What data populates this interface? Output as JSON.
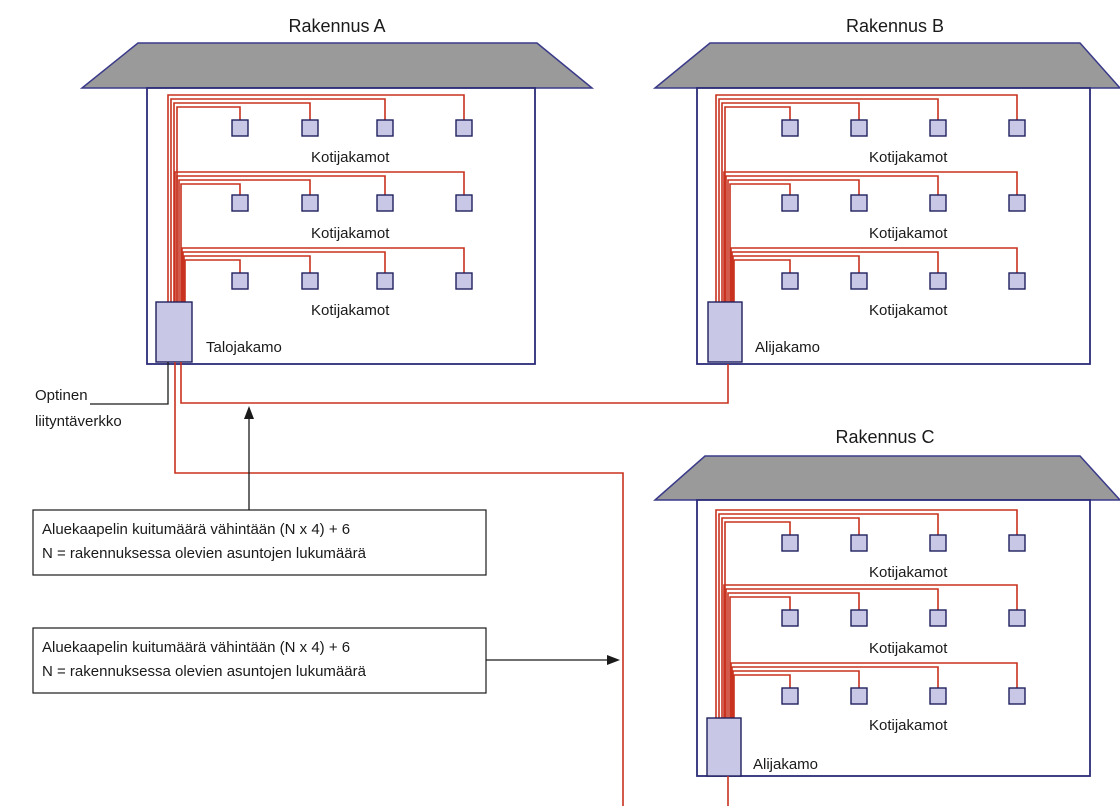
{
  "buildings": [
    {
      "title": "Rakennus A",
      "group_label": "Kotijakamot",
      "distributor_label": "Talojakamo"
    },
    {
      "title": "Rakennus B",
      "group_label": "Kotijakamot",
      "distributor_label": "Alijakamo"
    },
    {
      "title": "Rakennus C",
      "group_label": "Kotijakamot",
      "distributor_label": "Alijakamo"
    }
  ],
  "access_network_label": [
    "Optinen",
    "liityntäverkko"
  ],
  "info_boxes": [
    {
      "line1": "Aluekaapelin kuitumäärä vähintään (N x 4) + 6",
      "line2": "N = rakennuksessa olevien asuntojen lukumäärä"
    },
    {
      "line1": "Aluekaapelin kuitumäärä vähintään (N x 4) + 6",
      "line2": "N = rakennuksessa olevien asuntojen lukumäärä"
    }
  ],
  "colors": {
    "cable": "#c8321e",
    "box_fill": "#c8c8e6",
    "roof": "#9a9a9a",
    "wall_border": "#2b2b7a"
  }
}
